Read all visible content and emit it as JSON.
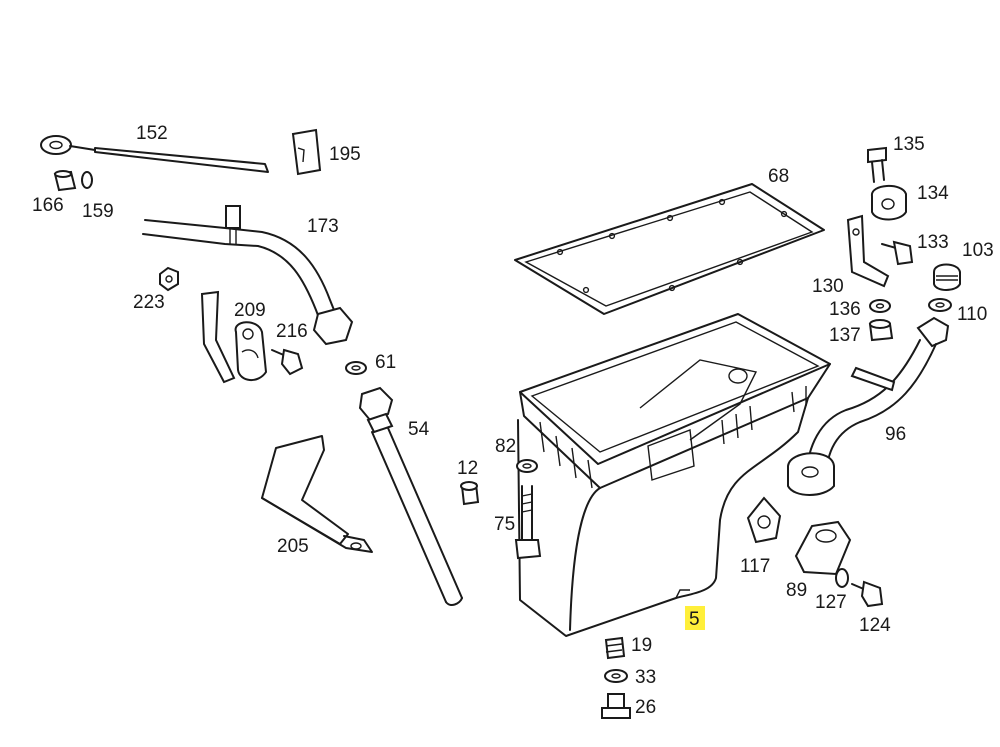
{
  "labels": {
    "p152": "152",
    "p195": "195",
    "p166": "166",
    "p159": "159",
    "p173": "173",
    "p223": "223",
    "p209": "209",
    "p216": "216",
    "p61": "61",
    "p54": "54",
    "p205": "205",
    "p68": "68",
    "p82": "82",
    "p12": "12",
    "p75": "75",
    "p5": "5",
    "p19": "19",
    "p33": "33",
    "p26": "26",
    "p135": "135",
    "p134": "134",
    "p133": "133",
    "p103": "103",
    "p130": "130",
    "p136": "136",
    "p137": "137",
    "p110": "110",
    "p96": "96",
    "p117": "117",
    "p89": "89",
    "p127": "127",
    "p124": "124"
  },
  "highlight_color": "#ffef3a"
}
